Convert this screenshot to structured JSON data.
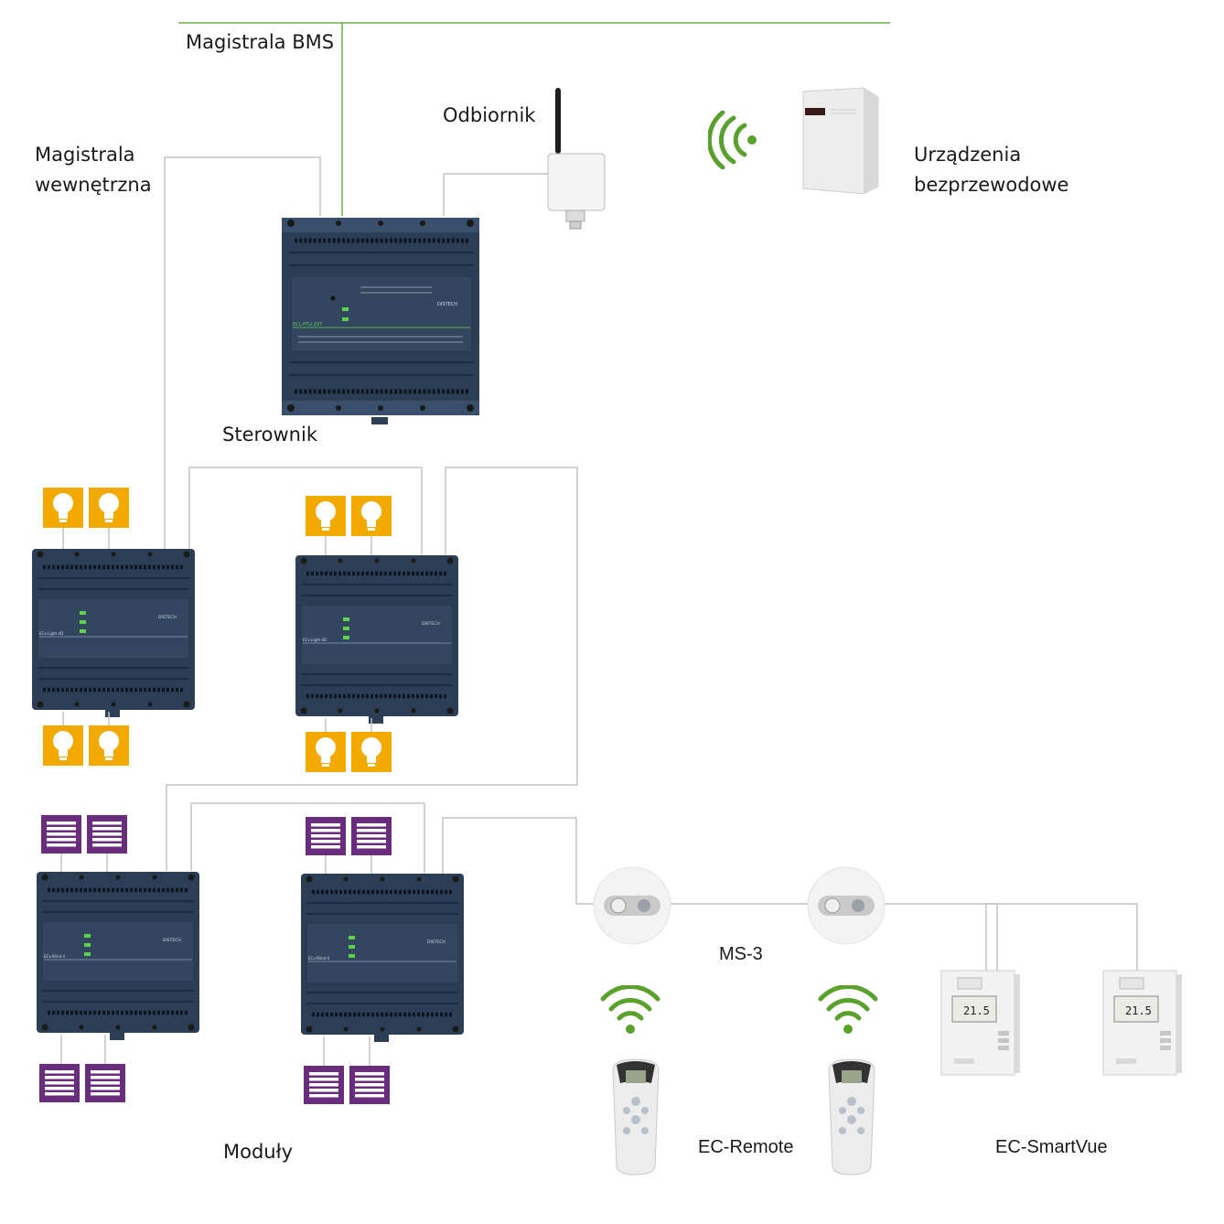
{
  "labels": {
    "bms_bus": "Magistrala BMS",
    "internal_bus_line1": "Magistrala",
    "internal_bus_line2": "wewnętrzna",
    "receiver": "Odbiornik",
    "wireless_line1": "Urządzenia",
    "wireless_line2": "bezprzewodowe",
    "controller": "Sterownik",
    "ms3": "MS-3",
    "ec_remote": "EC-Remote",
    "ec_smartvue": "EC-SmartVue",
    "modules": "Moduły"
  },
  "device_text": {
    "brand": "DISTECH",
    "controller_model": "ECL-PTU-207",
    "light_module_model": "ECx-Light-4D",
    "blind_module_model": "ECx-Blind-4",
    "thermostat_temp": "21.5"
  },
  "colors": {
    "bms_line": "#6ab04c",
    "wire": "#c0c0c0",
    "device_body": "#2c3e55",
    "lamp_tile": "#f2a900",
    "blind_tile": "#6a2d7e",
    "wireless_green": "#5aa02c"
  },
  "icons": {
    "lamp": "light-bulb-icon",
    "blind": "blind-icon",
    "wireless": "wireless-signal-icon"
  }
}
